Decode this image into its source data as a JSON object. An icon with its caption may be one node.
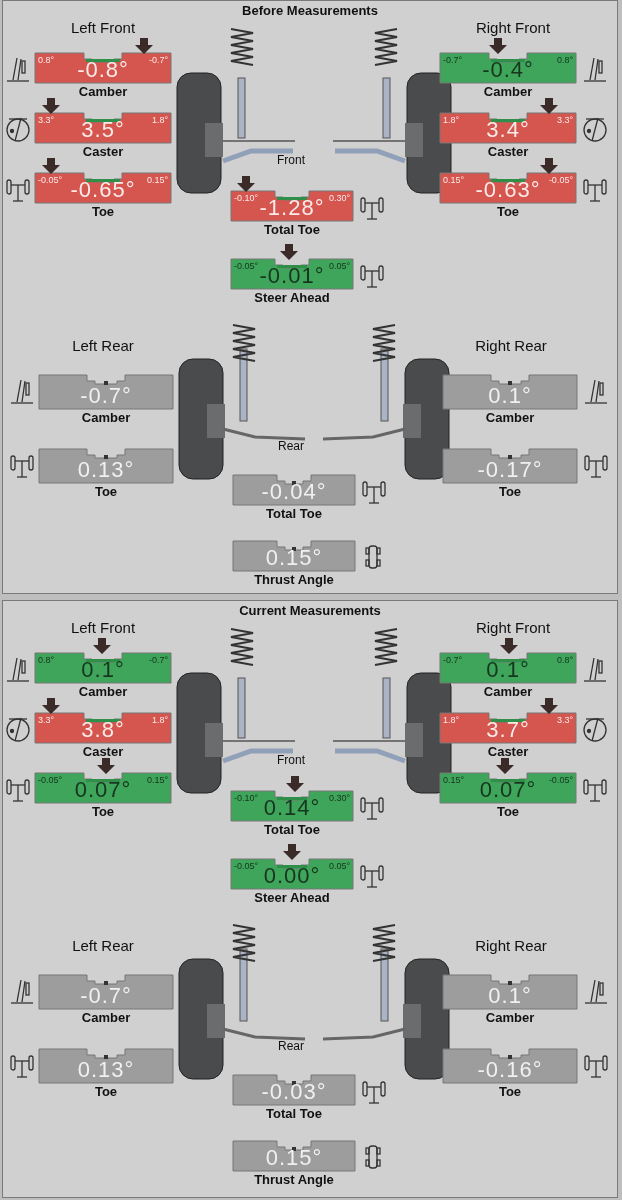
{
  "diagram": {
    "nodes": [
      {
        "text": [
          "Before Measurements"
        ]
      },
      {
        "text": [
          "0.8°",
          "-0.8°",
          "-0.7°"
        ],
        "beside": [
          "Camber"
        ],
        "in": 0
      },
      {
        "text": [
          "-0.7°",
          "-0.4°",
          "0.8°"
        ],
        "beside": [
          "Camber"
        ],
        "in": 0
      },
      {
        "text": [
          "3.3°",
          "3.5°",
          "1.8°"
        ],
        "beside": [
          "Caster"
        ],
        "in": 0
      },
      {
        "text": [
          "1.8°",
          "3.4°",
          "3.3°"
        ],
        "beside": [
          "Caster"
        ],
        "in": 0
      },
      {
        "text": [
          "-0.05°",
          "-0.65°",
          "0.15°"
        ],
        "beside": [
          "Toe"
        ],
        "in": 0
      },
      {
        "text": [
          "0.15°",
          "-0.63°",
          "-0.05°"
        ],
        "beside": [
          "Toe"
        ],
        "in": 0
      },
      {
        "text": [
          "-0.10°",
          "-1.28°",
          "0.30°"
        ],
        "beside": [
          "Total Toe"
        ],
        "in": 0
      },
      {
        "text": [
          "-0.05°",
          "-0.01°",
          "0.05°"
        ],
        "beside": [
          "Steer Ahead"
        ],
        "in": 0
      },
      {
        "text": [
          "-0.7°"
        ],
        "beside": [
          "Camber"
        ],
        "in": 0
      },
      {
        "text": [
          "0.1°"
        ],
        "beside": [
          "Camber"
        ],
        "in": 0
      },
      {
        "text": [
          "0.13°"
        ],
        "beside": [
          "Toe"
        ],
        "in": 0
      },
      {
        "text": [
          "-0.17°"
        ],
        "beside": [
          "Toe"
        ],
        "in": 0
      },
      {
        "text": [
          "-0.04°"
        ],
        "beside": [
          "Total Toe"
        ],
        "in": 0
      },
      {
        "text": [
          "0.15°"
        ],
        "beside": [
          "Thrust Angle"
        ],
        "in": 0
      },
      {
        "text": [
          "Current Measurements"
        ]
      },
      {
        "text": [
          "0.8°",
          "0.1°",
          "-0.7°"
        ],
        "beside": [
          "Camber"
        ],
        "in": 15
      },
      {
        "text": [
          "-0.7°",
          "0.1°",
          "0.8°"
        ],
        "beside": [
          "Camber"
        ],
        "in": 15
      },
      {
        "text": [
          "3.3°",
          "3.8°",
          "1.8°"
        ],
        "beside": [
          "Caster"
        ],
        "in": 15
      },
      {
        "text": [
          "1.8°",
          "3.7°",
          "3.3°"
        ],
        "beside": [
          "Caster"
        ],
        "in": 15
      },
      {
        "text": [
          "-0.05°",
          "0.07°",
          "0.15°"
        ],
        "beside": [
          "Toe"
        ],
        "in": 15
      },
      {
        "text": [
          "0.15°",
          "0.07°",
          "-0.05°"
        ],
        "beside": [
          "Toe"
        ],
        "in": 15
      },
      {
        "text": [
          "-0.10°",
          "0.14°",
          "0.30°"
        ],
        "beside": [
          "Total Toe"
        ],
        "in": 15
      },
      {
        "text": [
          "-0.05°",
          "0.00°",
          "0.05°"
        ],
        "beside": [
          "Steer Ahead"
        ],
        "in": 15
      },
      {
        "text": [
          "-0.7°"
        ],
        "beside": [
          "Camber"
        ],
        "in": 15
      },
      {
        "text": [
          "0.1°"
        ],
        "beside": [
          "Camber"
        ],
        "in": 15
      },
      {
        "text": [
          "0.13°"
        ],
        "beside": [
          "Toe"
        ],
        "in": 15
      },
      {
        "text": [
          "-0.16°"
        ],
        "beside": [
          "Toe"
        ],
        "in": 15
      },
      {
        "text": [
          "-0.03°"
        ],
        "beside": [
          "Total Toe"
        ],
        "in": 15
      },
      {
        "text": [
          "0.15°"
        ],
        "beside": [
          "Thrust Angle"
        ],
        "in": 15
      }
    ],
    "labels": [
      "Left Front",
      "Right Front",
      "Front",
      "Left Rear",
      "Right Rear",
      "Rear",
      "Left Front",
      "Right Front",
      "Front",
      "Left Rear",
      "Right Rear",
      "Rear"
    ]
  }
}
